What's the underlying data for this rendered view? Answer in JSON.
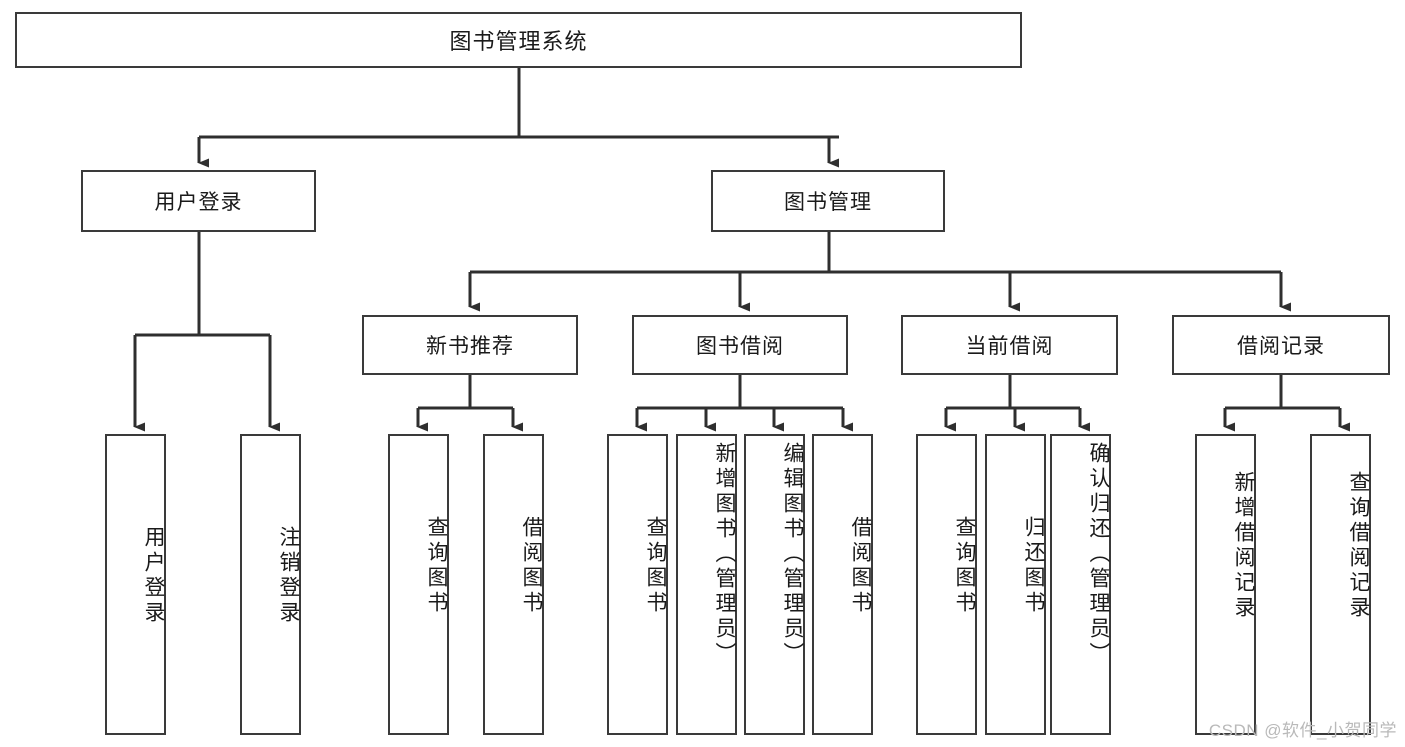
{
  "diagram": {
    "type": "tree-hierarchy",
    "title": "图书管理系统",
    "root": {
      "id": "root",
      "label": "图书管理系统"
    },
    "level2": [
      {
        "id": "user-login",
        "label": "用户登录"
      },
      {
        "id": "book-manage",
        "label": "图书管理"
      }
    ],
    "level3": [
      {
        "id": "new-book-recommend",
        "label": "新书推荐",
        "parent": "book-manage"
      },
      {
        "id": "book-borrow",
        "label": "图书借阅",
        "parent": "book-manage"
      },
      {
        "id": "current-borrow",
        "label": "当前借阅",
        "parent": "book-manage"
      },
      {
        "id": "borrow-record",
        "label": "借阅记录",
        "parent": "book-manage"
      }
    ],
    "leaves": [
      {
        "id": "leaf-user-login",
        "label": "用户登录",
        "parent": "user-login"
      },
      {
        "id": "leaf-logout-login",
        "label": "注销登录",
        "parent": "user-login"
      },
      {
        "id": "leaf-query-book-1",
        "label": "查询图书",
        "parent": "new-book-recommend"
      },
      {
        "id": "leaf-borrow-book-1",
        "label": "借阅图书",
        "parent": "new-book-recommend"
      },
      {
        "id": "leaf-query-book-2",
        "label": "查询图书",
        "parent": "book-borrow"
      },
      {
        "id": "leaf-add-book",
        "label": "新增图书（管理员）",
        "parent": "book-borrow"
      },
      {
        "id": "leaf-edit-book",
        "label": "编辑图书（管理员）",
        "parent": "book-borrow"
      },
      {
        "id": "leaf-borrow-book-2",
        "label": "借阅图书",
        "parent": "book-borrow"
      },
      {
        "id": "leaf-query-book-3",
        "label": "查询图书",
        "parent": "current-borrow"
      },
      {
        "id": "leaf-return-book",
        "label": "归还图书",
        "parent": "current-borrow"
      },
      {
        "id": "leaf-confirm-return",
        "label": "确认归还（管理员）",
        "parent": "current-borrow"
      },
      {
        "id": "leaf-add-record",
        "label": "新增借阅记录",
        "parent": "borrow-record"
      },
      {
        "id": "leaf-query-record",
        "label": "查询借阅记录",
        "parent": "borrow-record"
      }
    ],
    "watermark": "CSDN @软件_小贺同学",
    "colors": {
      "stroke": "#3a3a3a",
      "background": "#ffffff",
      "text": "#1a1a1a",
      "watermark": "#b9b9b9"
    }
  }
}
